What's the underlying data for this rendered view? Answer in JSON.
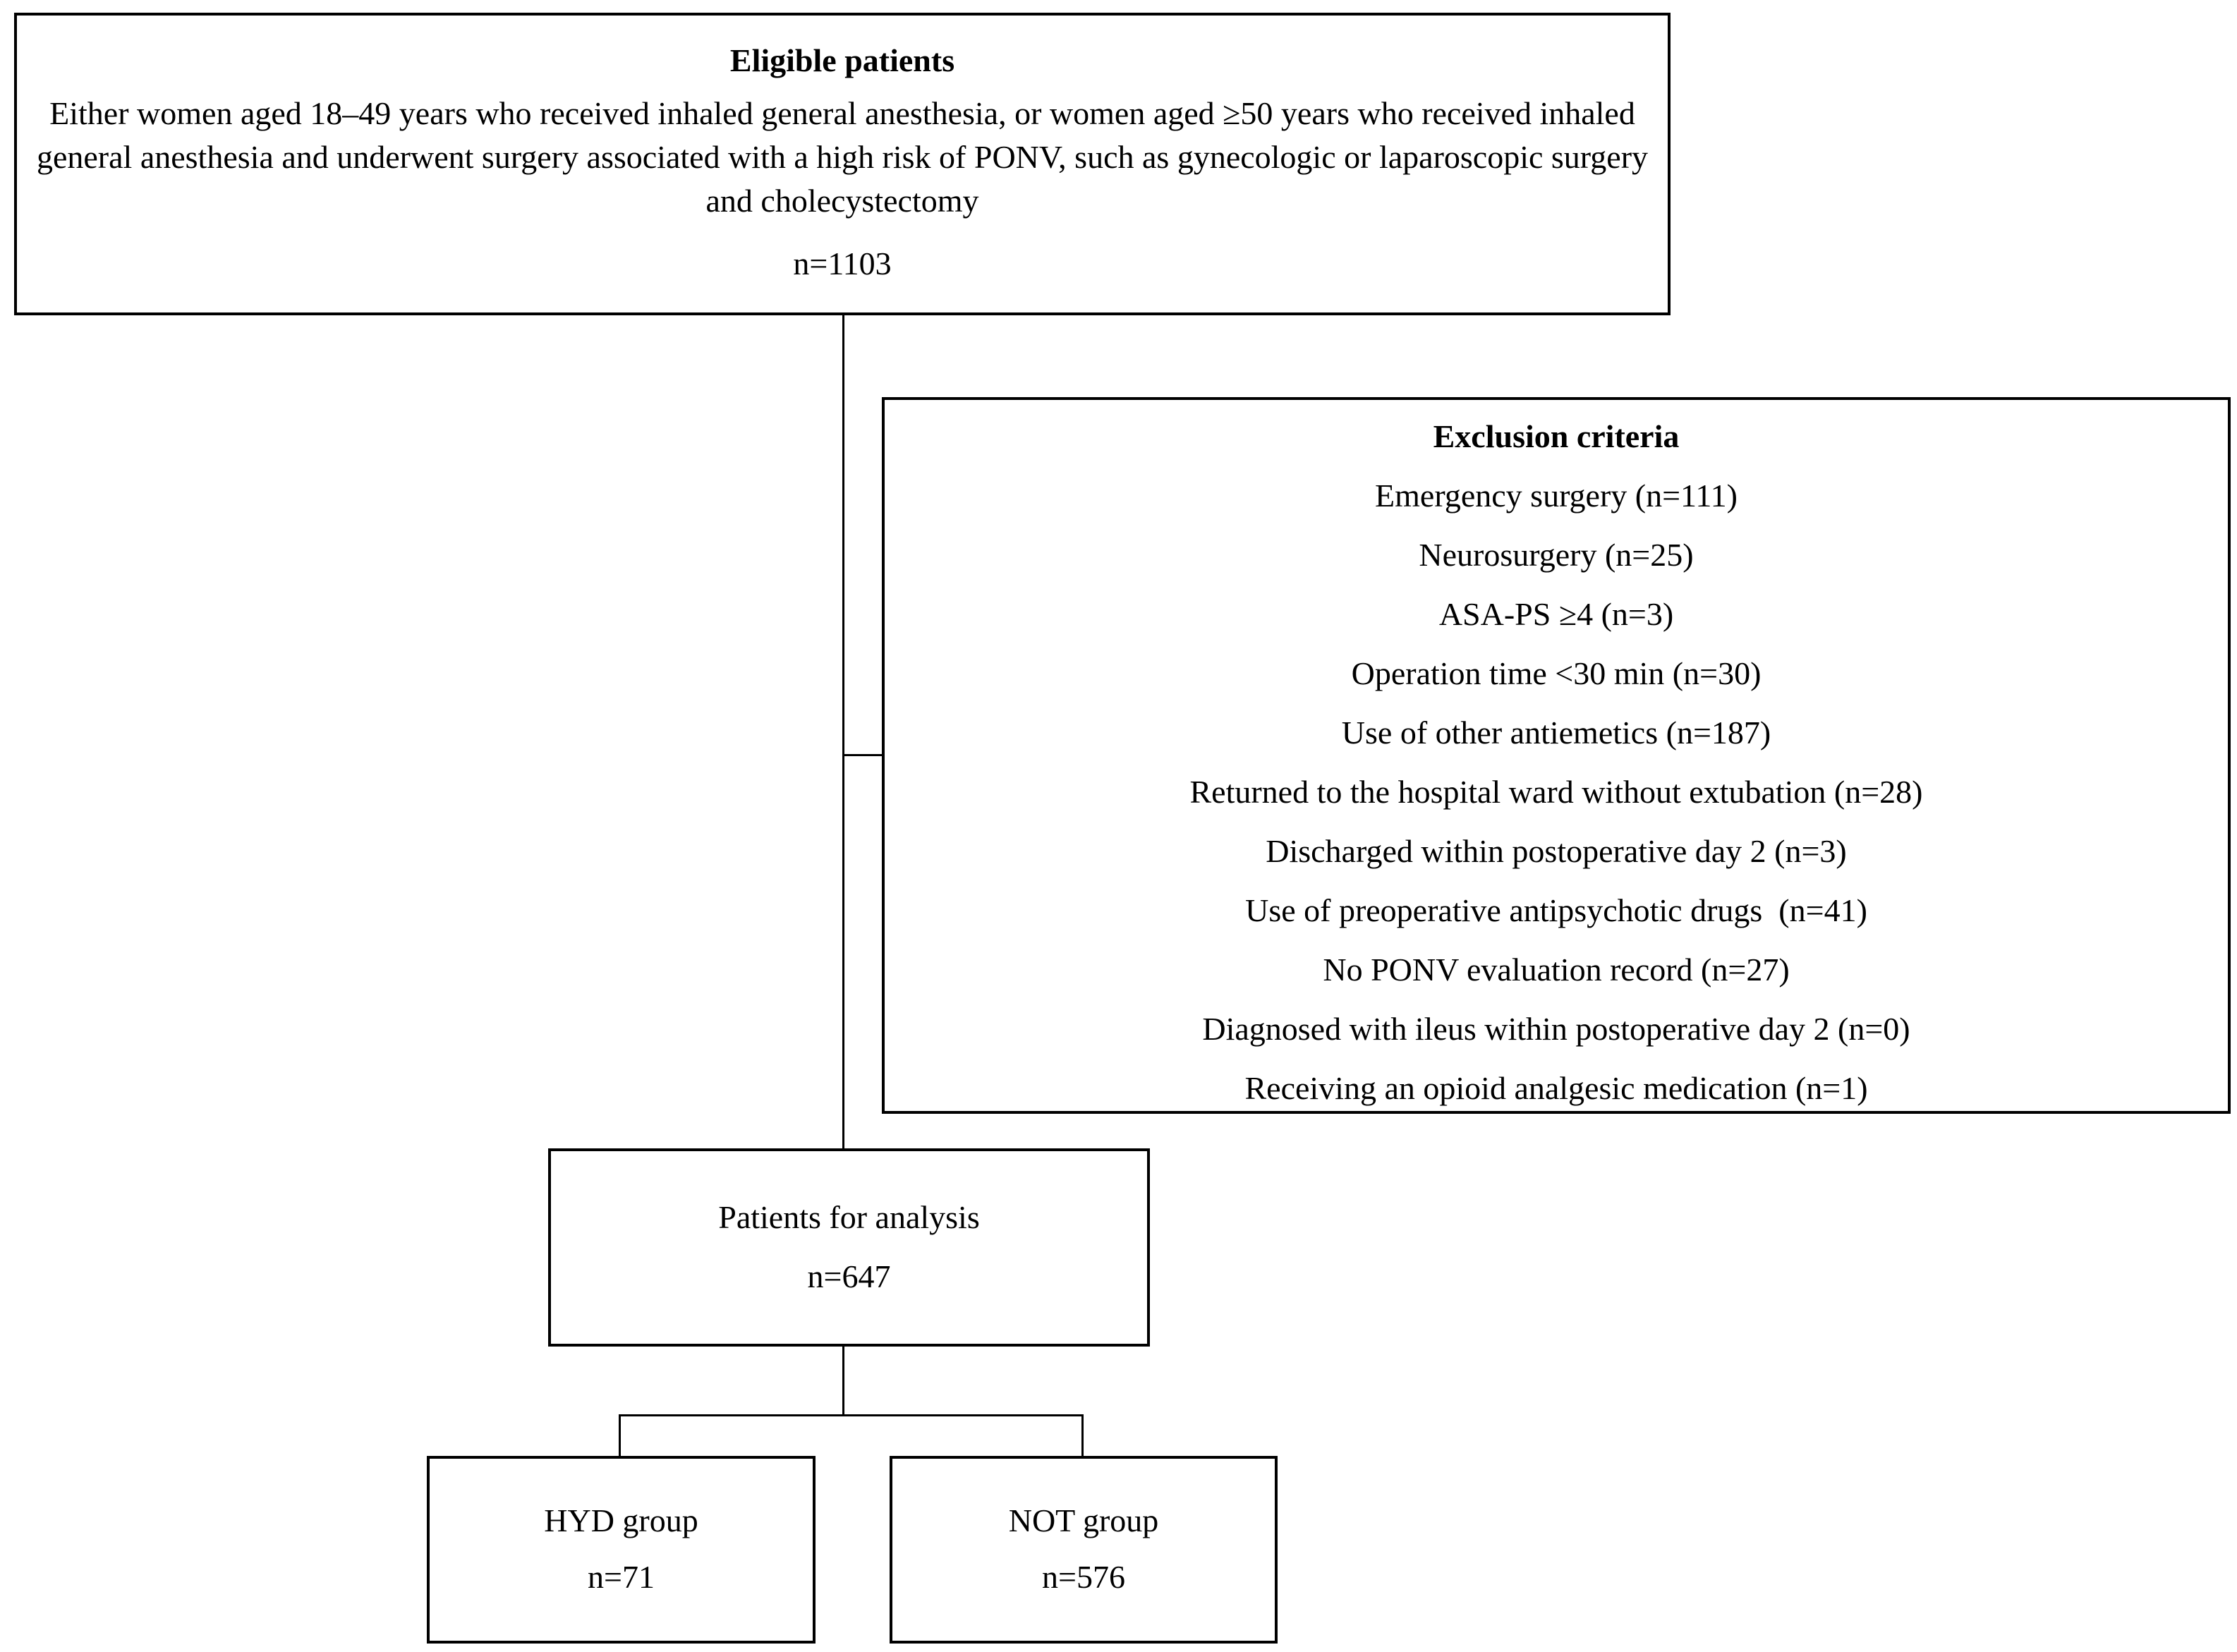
{
  "colors": {
    "background": "#ffffff",
    "line": "#000000",
    "text": "#000000"
  },
  "flowchart": {
    "eligible": {
      "title": "Eligible patients",
      "body": "Either women aged 18–49 years who received inhaled general anesthesia, or women aged ≥50 years who received inhaled general anesthesia and underwent surgery associated with a high risk of PONV, such as gynecologic or laparoscopic surgery and cholecystectomy",
      "n": "n=1103"
    },
    "exclusion": {
      "title": "Exclusion criteria",
      "items": [
        "Emergency surgery (n=111)",
        "Neurosurgery (n=25)",
        "ASA-PS ≥4 (n=3)",
        "Operation time <30 min (n=30)",
        "Use of other antiemetics (n=187)",
        "Returned to the hospital ward without extubation (n=28)",
        "Discharged within postoperative day 2 (n=3)",
        "Use of preoperative antipsychotic drugs  (n=41)",
        "No PONV evaluation record (n=27)",
        "Diagnosed with ileus within postoperative day 2 (n=0)",
        "Receiving an opioid analgesic medication (n=1)"
      ]
    },
    "analysis": {
      "title": "Patients for analysis",
      "n": "n=647"
    },
    "hyd_group": {
      "title": "HYD group",
      "n": "n=71"
    },
    "not_group": {
      "title": "NOT group",
      "n": "n=576"
    }
  }
}
